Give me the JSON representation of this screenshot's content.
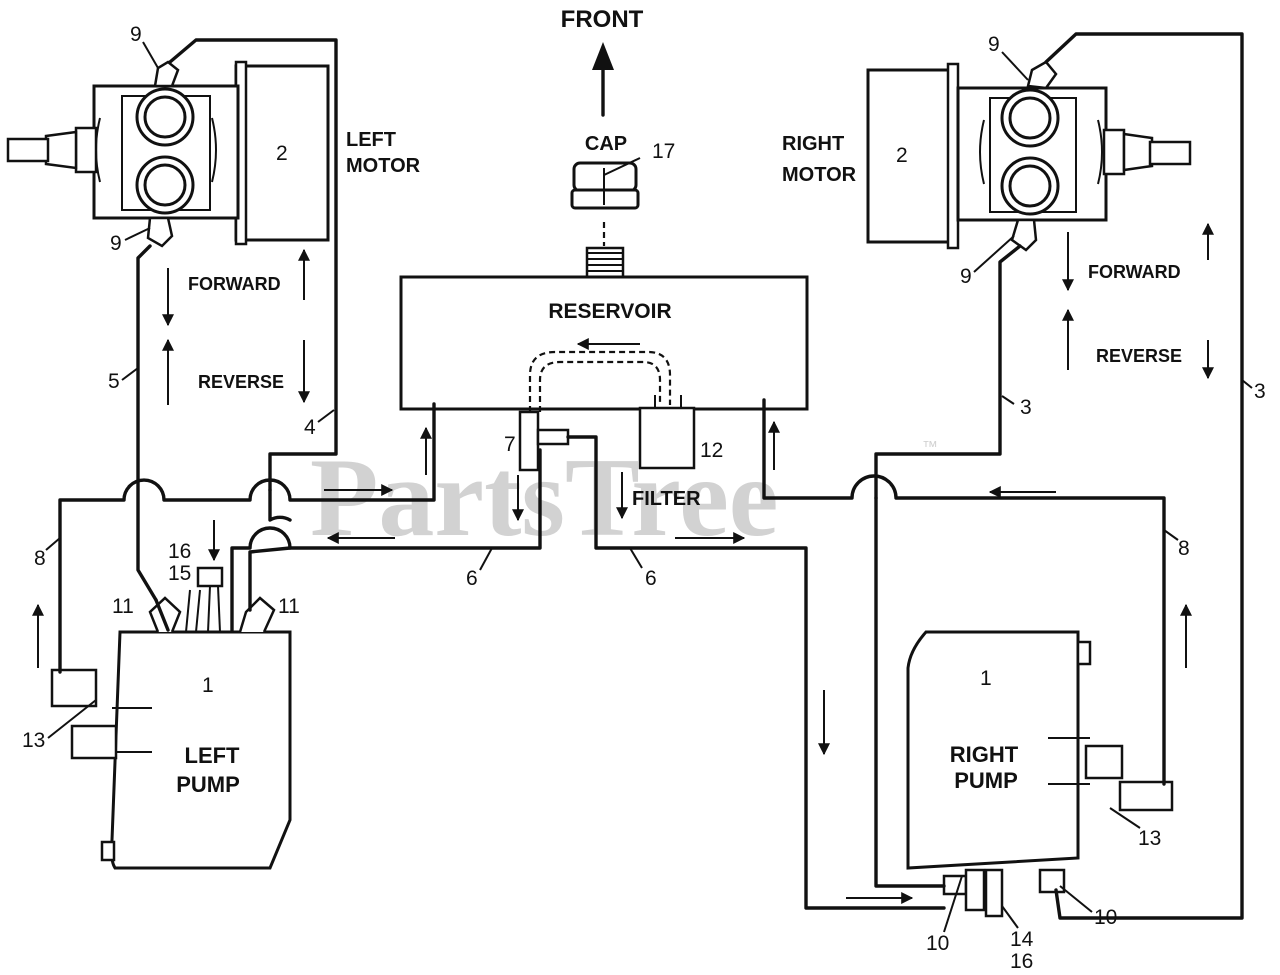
{
  "labels": {
    "front": "FRONT",
    "cap": "CAP",
    "reservoir": "RESERVOIR",
    "left_motor_line1": "LEFT",
    "left_motor_line2": "MOTOR",
    "right_motor_line1": "RIGHT",
    "right_motor_line2": "MOTOR",
    "forward_left": "FORWARD",
    "reverse_left": "REVERSE",
    "forward_right": "FORWARD",
    "reverse_right": "REVERSE",
    "filter": "FILTER",
    "left_pump_line1": "LEFT",
    "left_pump_line2": "PUMP",
    "right_pump_line1": "RIGHT",
    "right_pump_line2": "PUMP"
  },
  "callouts": {
    "n9_tl": "9",
    "n9_bl": "9",
    "n9_tr": "9",
    "n9_br": "9",
    "n2_left": "2",
    "n2_right": "2",
    "n17": "17",
    "n5": "5",
    "n4": "4",
    "n3_inner": "3",
    "n3_outer": "3",
    "n7": "7",
    "n12": "12",
    "n8_left": "8",
    "n8_right": "8",
    "n16_left": "16",
    "n15": "15",
    "n11_left": "11",
    "n11_right": "11",
    "n1_left": "1",
    "n1_right": "1",
    "n13_left": "13",
    "n13_right": "13",
    "n6_left": "6",
    "n6_right": "6",
    "n10_left": "10",
    "n10_right": "10",
    "n14": "14",
    "n16_right": "16"
  },
  "watermark": {
    "text": "PartsTree",
    "trademark": "™"
  }
}
